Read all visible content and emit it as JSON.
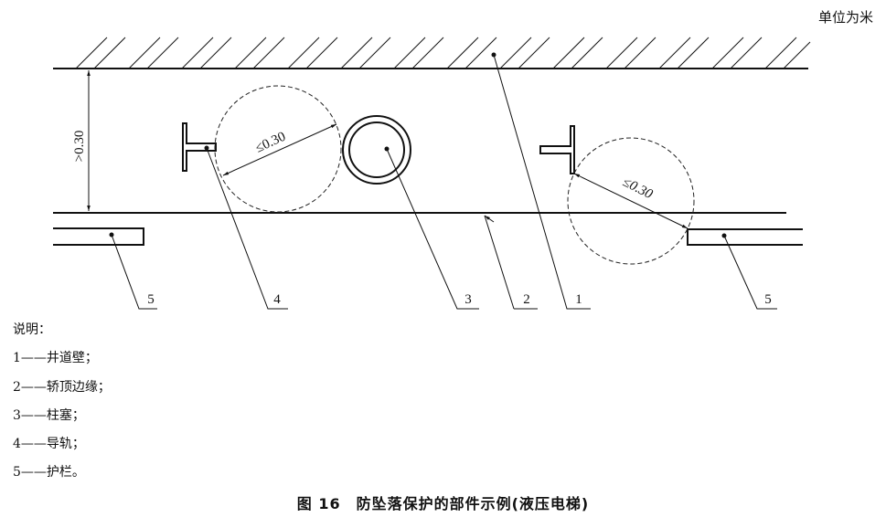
{
  "unit_note": "单位为米",
  "dimensions": {
    "clearance": ">0.30",
    "gap_left": "≤0.30",
    "gap_right": "≤0.30"
  },
  "callouts": [
    "5",
    "4",
    "3",
    "2",
    "1",
    "5"
  ],
  "legend": {
    "title": "说明：",
    "items": [
      "1——井道壁；",
      "2——轿顶边缘；",
      "3——柱塞；",
      "4——导轨；",
      "5——护栏。"
    ]
  },
  "caption": "图 16　防坠落保护的部件示例(液压电梯)"
}
